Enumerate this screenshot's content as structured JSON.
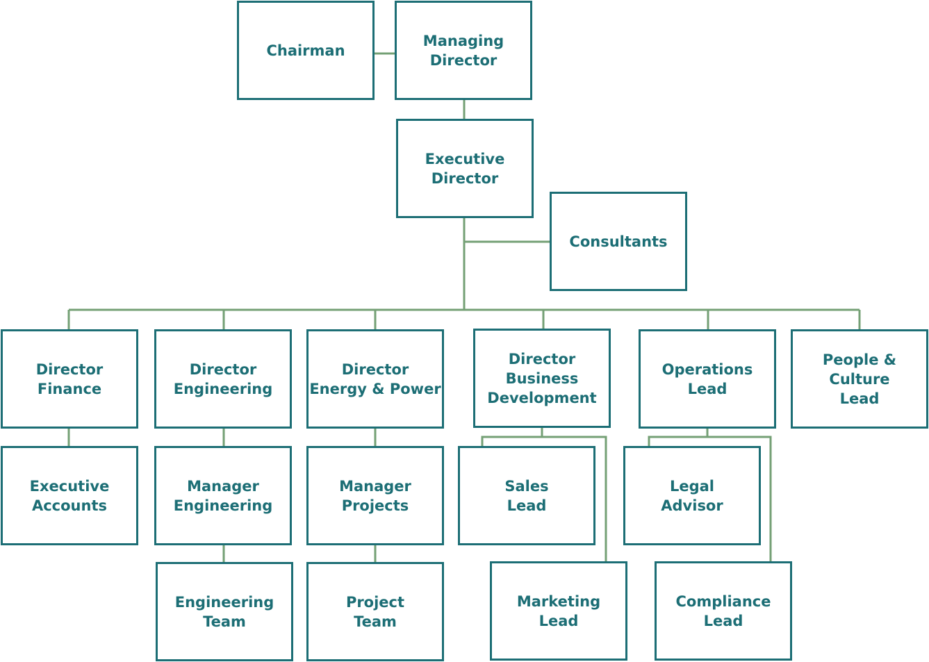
{
  "colors": {
    "box_border": "#1c6e75",
    "text": "#1c6e75",
    "connector": "#74a075"
  },
  "nodes": {
    "chairman": "Chairman",
    "managing_director": "Managing\nDirector",
    "executive_director": "Executive\nDirector",
    "consultants": "Consultants",
    "director_finance": "Director\nFinance",
    "director_engineering": "Director\nEngineering",
    "director_energy_power": "Director\nEnergy & Power",
    "director_business_development": "Director\nBusiness\nDevelopment",
    "operations_lead": "Operations\nLead",
    "people_culture_lead": "People &\nCulture\nLead",
    "executive_accounts": "Executive\nAccounts",
    "manager_engineering": "Manager\nEngineering",
    "manager_projects": "Manager\nProjects",
    "sales_lead": "Sales\nLead",
    "legal_advisor": "Legal\nAdvisor",
    "engineering_team": "Engineering\nTeam",
    "project_team": "Project\nTeam",
    "marketing_lead": "Marketing\nLead",
    "compliance_lead": "Compliance\nLead"
  }
}
